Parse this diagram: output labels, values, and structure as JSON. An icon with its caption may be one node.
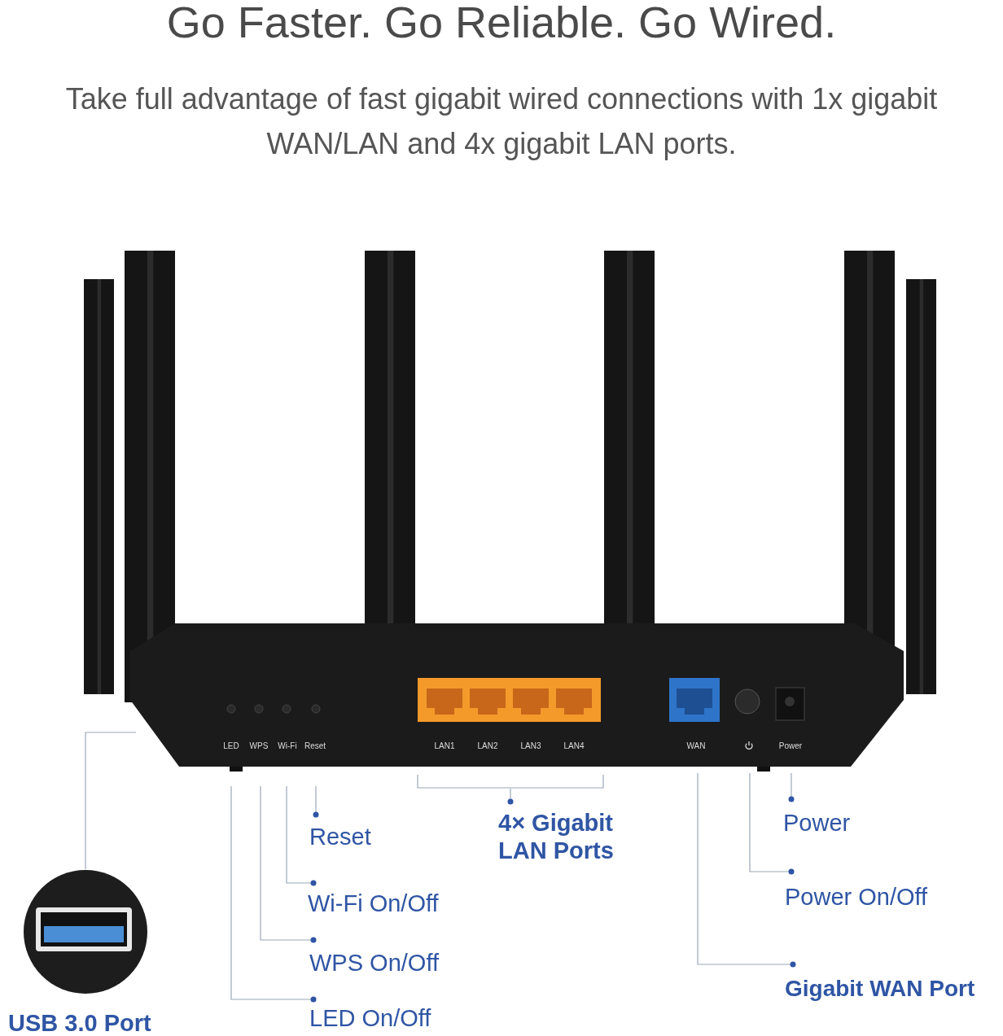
{
  "diagram": {
    "title": "Go Faster. Go Reliable. Go Wired.",
    "nodes": [
      {
        "text": [
          "Reset"
        ]
      },
      {
        "text": [
          "Wi-Fi On/Off"
        ]
      },
      {
        "text": [
          "WPS On/Off"
        ]
      },
      {
        "text": [
          "LED On/Off"
        ]
      },
      {
        "text": [
          "4× Gigabit LAN Ports"
        ]
      },
      {
        "text": [
          "Power"
        ]
      },
      {
        "text": [
          "Power On/Off"
        ]
      },
      {
        "text": [
          "Gigabit WAN Port"
        ]
      },
      {
        "text": [
          "USB 3.0 Port"
        ]
      },
      {
        "text": [],
        "shape": "bar"
      }
    ],
    "edges": [
      {
        "from": 0,
        "to": null,
        "arrow": "other"
      },
      {
        "from": 1,
        "to": null,
        "arrow": "other"
      },
      {
        "from": 2,
        "to": null,
        "arrow": "other"
      },
      {
        "from": 3,
        "to": null,
        "arrow": "other"
      },
      {
        "from": 4,
        "to": 9,
        "arrow": "other"
      },
      {
        "from": 5,
        "to": null,
        "arrow": "other"
      },
      {
        "from": 6,
        "to": null,
        "arrow": "other"
      },
      {
        "from": 7,
        "to": null,
        "arrow": "other"
      },
      {
        "from": 8,
        "to": null,
        "arrow": "none"
      }
    ],
    "labels": [
      "Take full advantage of fast gigabit wired connections with 1x gigabit WAN/LAN and 4x gigabit LAN ports.",
      "LED",
      "WPS",
      "Wi-Fi",
      "Reset",
      "LAN1",
      "LAN2",
      "LAN3",
      "LAN4",
      "WAN",
      "Power"
    ]
  }
}
